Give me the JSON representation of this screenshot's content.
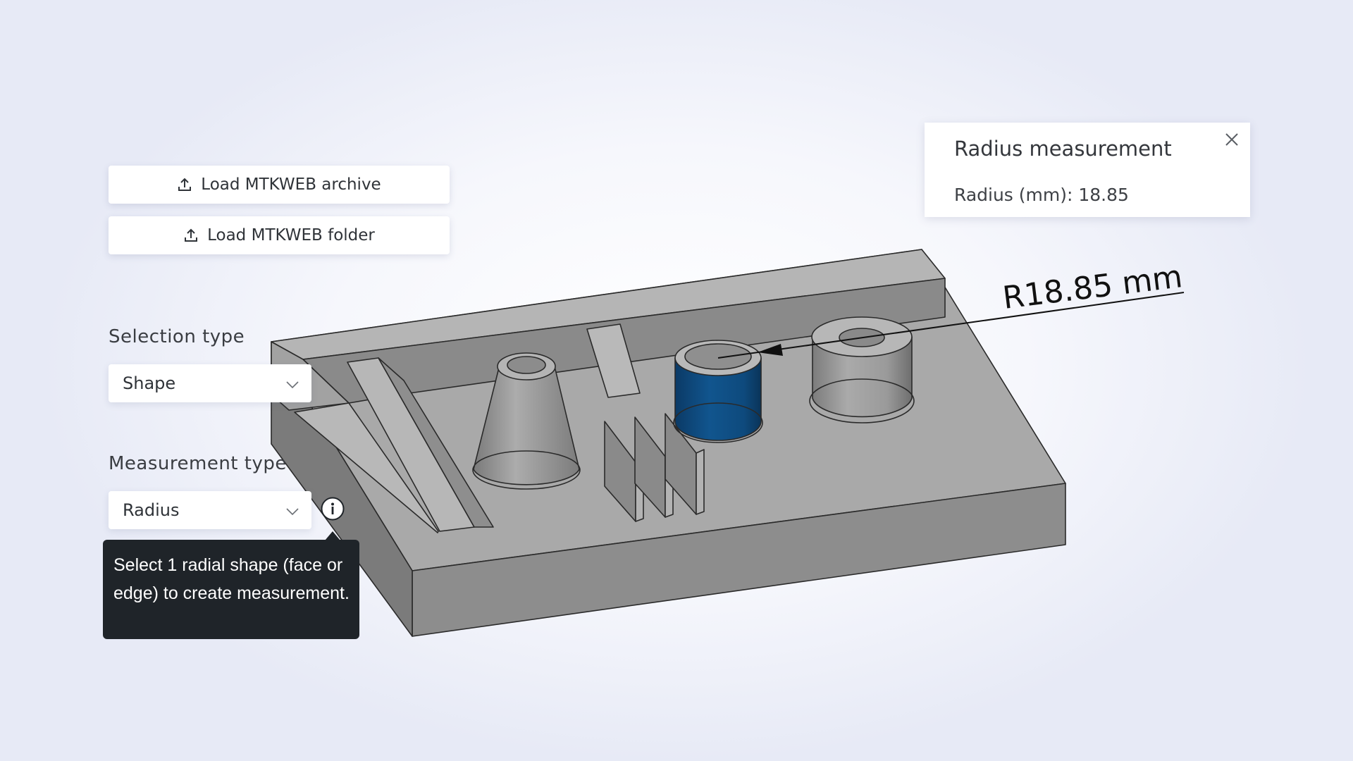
{
  "toolbar": {
    "load_archive_label": "Load MTKWEB archive",
    "load_folder_label": "Load MTKWEB folder"
  },
  "selection_type": {
    "label": "Selection type",
    "value": "Shape"
  },
  "measurement_type": {
    "label": "Measurement type",
    "value": "Radius"
  },
  "tooltip": {
    "text": "Select 1 radial shape (face or edge) to create measurement."
  },
  "measurement_panel": {
    "title": "Radius measurement",
    "value_text": "Radius (mm): 18.85"
  },
  "dimension_annotation": {
    "text": "R18.85 mm"
  },
  "icons": {
    "upload": "upload-icon",
    "chevron": "chevron-down-icon",
    "info": "info-icon",
    "close": "close-icon"
  },
  "colors": {
    "selected_face": "#0f4f86",
    "part_gray": "#a3a3a3",
    "tooltip_bg": "#1f2429"
  }
}
